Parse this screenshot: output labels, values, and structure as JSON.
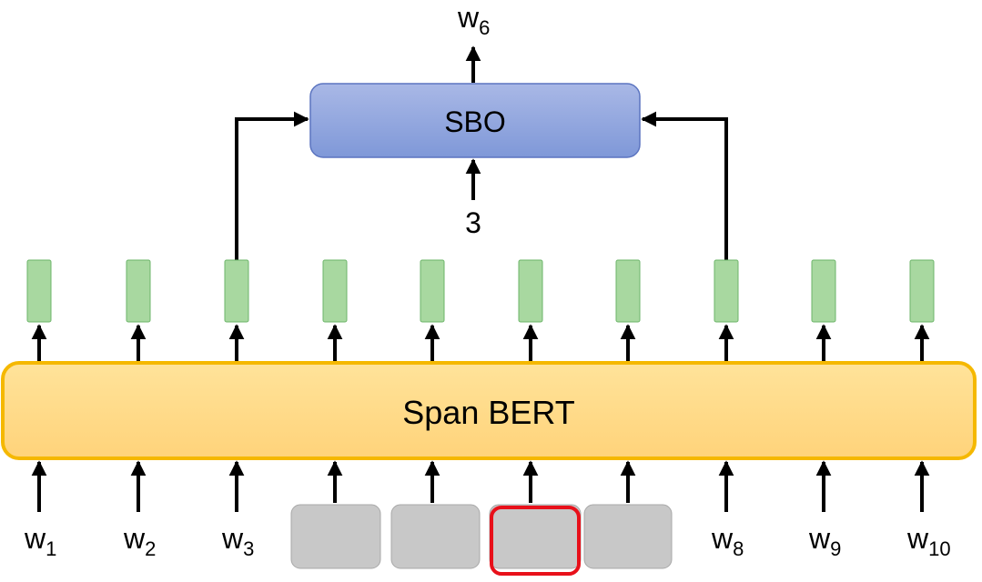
{
  "output": {
    "main": "w",
    "sub": "6"
  },
  "sbo": {
    "label": "SBO",
    "position_input": "3"
  },
  "encoder": {
    "label": "Span BERT"
  },
  "tokens": [
    {
      "main": "w",
      "sub": "1",
      "masked": false
    },
    {
      "main": "w",
      "sub": "2",
      "masked": false
    },
    {
      "main": "w",
      "sub": "3",
      "masked": false
    },
    {
      "main": "",
      "sub": "",
      "masked": true
    },
    {
      "main": "",
      "sub": "",
      "masked": true
    },
    {
      "main": "",
      "sub": "",
      "masked": true,
      "highlighted": true
    },
    {
      "main": "",
      "sub": "",
      "masked": true
    },
    {
      "main": "w",
      "sub": "8",
      "masked": false
    },
    {
      "main": "w",
      "sub": "9",
      "masked": false
    },
    {
      "main": "w",
      "sub": "10",
      "masked": false
    }
  ],
  "colors": {
    "encoder_fill_top": "#FFE39A",
    "encoder_fill_bottom": "#FFD37A",
    "encoder_stroke": "#F5B800",
    "sbo_fill_top": "#A9B8E6",
    "sbo_fill_bottom": "#7F98D8",
    "sbo_stroke": "#5B74C0",
    "output_cell": "#A8D8A0",
    "output_cell_stroke": "#6DB56A",
    "mask_fill": "#C8C8C8",
    "mask_stroke": "#A8A8A8",
    "highlight_stroke": "#E8101A",
    "arrow": "#000000"
  }
}
